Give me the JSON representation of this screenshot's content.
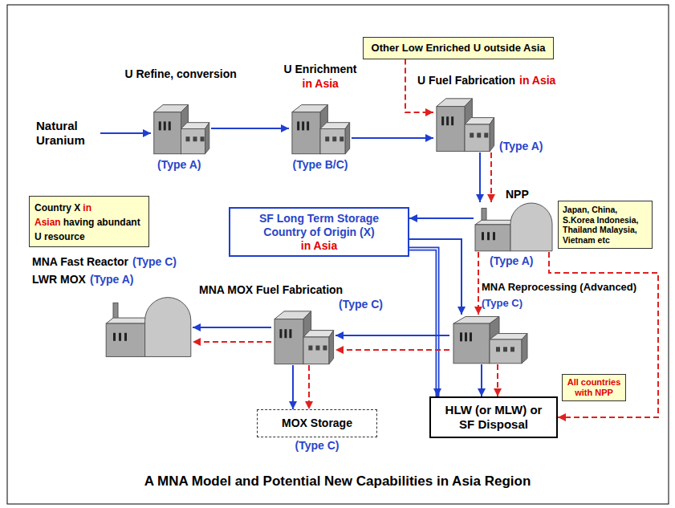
{
  "diagram": {
    "caption": "A MNA Model and Potential New Capabilities in Asia Region",
    "nodes": [
      {
        "text": [
          "Other Low Enriched U outside Asia"
        ]
      },
      {
        "text": [
          "Natural Uranium"
        ]
      },
      {
        "text": [
          "U Refine, conversion",
          "(Type A)"
        ]
      },
      {
        "text": [
          "U Enrichment",
          "in Asia",
          "(Type B/C)"
        ]
      },
      {
        "text": [
          "U Fuel Fabrication",
          "in Asia",
          "(Type A)"
        ]
      },
      {
        "text": [
          "Country X",
          "in Asian",
          "having abundant U resource"
        ]
      },
      {
        "text": [
          "NPP",
          "(Type A)"
        ]
      },
      {
        "text": [
          "Japan, China, S.Korea Indonesia, Thailand Malaysia, Vietnam etc"
        ]
      },
      {
        "text": [
          "SF Long Term Storage Country of Origin (X)",
          "in Asia"
        ]
      },
      {
        "text": [
          "MNA Fast Reactor",
          "(Type C)",
          "LWR MOX",
          "(Type A)"
        ]
      },
      {
        "text": [
          "MNA MOX Fuel Fabrication",
          "(Type C)"
        ]
      },
      {
        "text": [
          "MNA Reprocessing (Advanced)",
          "(Type C)"
        ]
      },
      {
        "text": [
          "MOX Storage",
          "(Type C)"
        ]
      },
      {
        "text": [
          "HLW (or MLW) or SF Disposal"
        ]
      },
      {
        "text": [
          "All countries with NPP"
        ]
      }
    ],
    "edges": [
      {
        "from": 1,
        "to": 2,
        "arrow": "to"
      },
      {
        "from": 2,
        "to": 3,
        "arrow": "to"
      },
      {
        "from": 3,
        "to": 4,
        "arrow": "to"
      },
      {
        "from": 0,
        "to": 4,
        "arrow": "to"
      },
      {
        "from": 4,
        "to": 6,
        "arrow": "to"
      },
      {
        "from": 4,
        "to": 6,
        "arrow": "to"
      },
      {
        "from": 6,
        "to": 8,
        "arrow": "to"
      },
      {
        "from": 8,
        "to": 11,
        "arrow": "to"
      },
      {
        "from": 6,
        "to": 11,
        "arrow": "to"
      },
      {
        "from": 8,
        "to": 13,
        "arrow": "to"
      },
      {
        "from": 6,
        "to": 13,
        "arrow": "to"
      },
      {
        "from": 11,
        "to": 10,
        "arrow": "to"
      },
      {
        "from": 11,
        "to": 10,
        "arrow": "to"
      },
      {
        "from": 10,
        "to": 9,
        "arrow": "to"
      },
      {
        "from": 10,
        "to": 9,
        "arrow": "to"
      },
      {
        "from": 10,
        "to": 12,
        "arrow": "to"
      },
      {
        "from": 10,
        "to": 12,
        "arrow": "to"
      },
      {
        "from": 11,
        "to": 13,
        "arrow": "to"
      },
      {
        "from": 11,
        "to": 13,
        "arrow": "to"
      }
    ]
  }
}
